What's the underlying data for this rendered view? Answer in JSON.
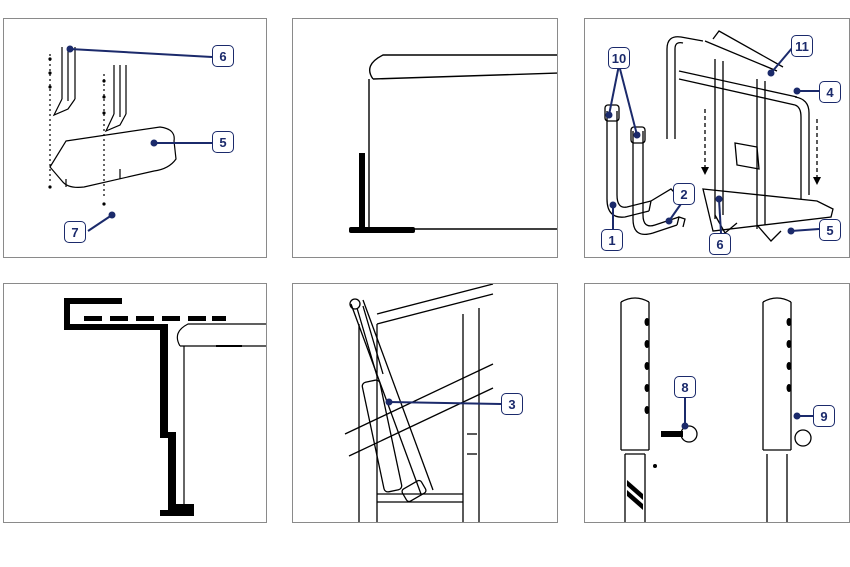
{
  "callouts": {
    "p1": {
      "c6": "6",
      "c5": "5",
      "c7": "7"
    },
    "p3": {
      "c10": "10",
      "c11": "11",
      "c4": "4",
      "c2": "2",
      "c1": "1",
      "c6": "6",
      "c5": "5"
    },
    "p5": {
      "c3": "3"
    },
    "p6": {
      "c8": "8",
      "c9": "9"
    }
  },
  "colors": {
    "line": "#000000",
    "leader": "#1b2a6b",
    "border": "#8a8a8a"
  }
}
